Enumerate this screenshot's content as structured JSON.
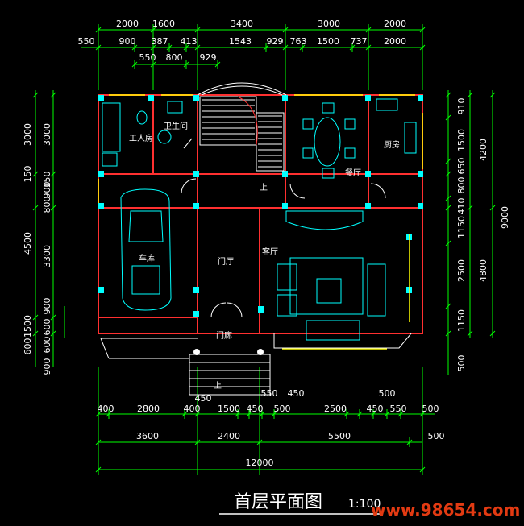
{
  "title": "首层平面图",
  "scale": "1:100",
  "watermark": "www.98654.com",
  "colors": {
    "background": "#000000",
    "wall": "#ff3030",
    "dim_line": "#00ff00",
    "furniture": "#00ffff",
    "window": "#ffff00",
    "text": "#ffffff"
  },
  "rooms": {
    "servant": "工人房",
    "bath": "卫生间",
    "dining": "餐厅",
    "kitchen": "厨房",
    "garage": "车库",
    "foyer": "门厅",
    "living": "客厅",
    "porch": "门廊",
    "up1": "上",
    "up2": "上"
  },
  "dims": {
    "top1": [
      "2000",
      "1600",
      "3400",
      "3000",
      "2000"
    ],
    "top2": [
      "550",
      "900",
      "387",
      "413",
      "1543",
      "929",
      "763",
      "1500",
      "737",
      "2000"
    ],
    "top3": [
      "550",
      "800",
      "929"
    ],
    "left_outer": [
      "3000",
      "150",
      "4500",
      "1500",
      "600"
    ],
    "left_inner": [
      "3000",
      "900",
      "3300",
      "900",
      "600",
      "900"
    ],
    "left_misc": [
      "150",
      "800",
      "600"
    ],
    "right_inner": [
      "910",
      "1500",
      "650",
      "800",
      "410",
      "1150",
      "2500",
      "1150",
      "500"
    ],
    "right_mid": [
      "4200",
      "4800"
    ],
    "right_outer": "9000",
    "bot1": [
      "400",
      "2800",
      "400",
      "1500",
      "450",
      "500",
      "2500",
      "450",
      "550",
      "500"
    ],
    "bot_extra_a": [
      "450",
      "550",
      "450",
      "500"
    ],
    "bot2": [
      "3600",
      "2400",
      "5500",
      "500"
    ],
    "bot3": "12000"
  }
}
